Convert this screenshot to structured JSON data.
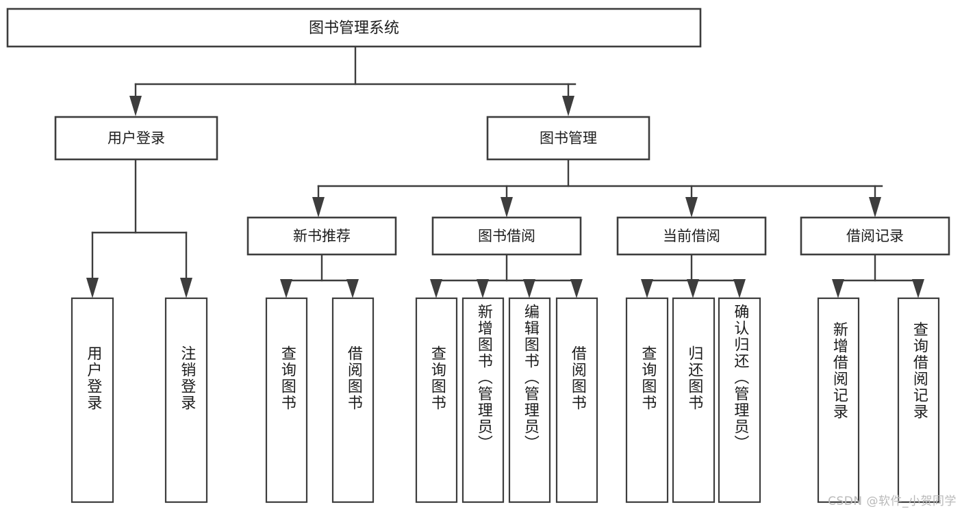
{
  "diagram": {
    "title": "图书管理系统",
    "watermark": "CSDN @软件_小贺同学",
    "colors": {
      "stroke": "#3d3d3d",
      "box_fill": "#ffffff",
      "text": "#1c1c1c",
      "watermark": "#b9b9b9",
      "background": "#ffffff"
    },
    "root": {
      "label": "图书管理系统"
    },
    "level2": [
      {
        "label": "用户登录"
      },
      {
        "label": "图书管理"
      }
    ],
    "level3": [
      {
        "label": "新书推荐"
      },
      {
        "label": "图书借阅"
      },
      {
        "label": "当前借阅"
      },
      {
        "label": "借阅记录"
      }
    ],
    "leaves": {
      "user_login": [
        {
          "label": "用户登录"
        },
        {
          "label": "注销登录"
        }
      ],
      "new_book_recommend": [
        {
          "label": "查询图书"
        },
        {
          "label": "借阅图书"
        }
      ],
      "book_borrow": [
        {
          "label": "查询图书"
        },
        {
          "label": "新增图书（管理员）"
        },
        {
          "label": "编辑图书（管理员）"
        },
        {
          "label": "借阅图书"
        }
      ],
      "current_borrow": [
        {
          "label": "查询图书"
        },
        {
          "label": "归还图书"
        },
        {
          "label": "确认归还（管理员）"
        }
      ],
      "borrow_record": [
        {
          "label": "新增借阅记录"
        },
        {
          "label": "查询借阅记录"
        }
      ]
    }
  }
}
